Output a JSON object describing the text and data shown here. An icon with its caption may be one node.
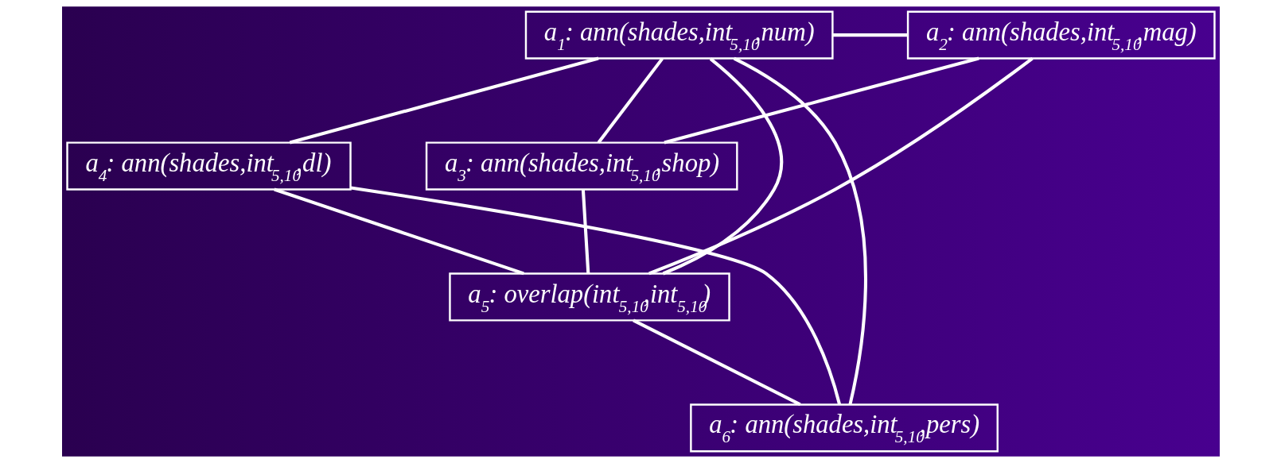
{
  "diagram": {
    "nodes": [
      {
        "text": [
          "a$_{1}$: ann(shades,int$_{5,10}$,num)"
        ]
      },
      {
        "text": [
          "a$_{2}$: ann(shades,int$_{5,10}$,mag)"
        ]
      },
      {
        "text": [
          "a$_{3}$: ann(shades,int$_{5,10}$,shop)"
        ]
      },
      {
        "text": [
          "a$_{4}$: ann(shades,int$_{5,10}$,dl)"
        ]
      },
      {
        "text": [
          "a$_{5}$: overlap(int$_{5,10}$,int$_{5,10}$)"
        ]
      },
      {
        "text": [
          "a$_{6}$: ann(shades,int$_{5,10}$,pers)"
        ]
      }
    ],
    "edges": [
      {
        "from": 0,
        "to": 1,
        "arrow": "none"
      },
      {
        "from": 0,
        "to": 3,
        "arrow": "none"
      },
      {
        "from": 0,
        "to": 2,
        "arrow": "none"
      },
      {
        "from": 0,
        "to": 4,
        "arrow": "none"
      },
      {
        "from": 0,
        "to": 5,
        "arrow": "none"
      },
      {
        "from": 1,
        "to": 2,
        "arrow": "none"
      },
      {
        "from": 1,
        "to": 4,
        "arrow": "none"
      },
      {
        "from": 2,
        "to": 4,
        "arrow": "none"
      },
      {
        "from": 3,
        "to": 4,
        "arrow": "none"
      },
      {
        "from": 3,
        "to": 5,
        "arrow": "none"
      },
      {
        "from": 4,
        "to": 5,
        "arrow": "none"
      }
    ]
  }
}
